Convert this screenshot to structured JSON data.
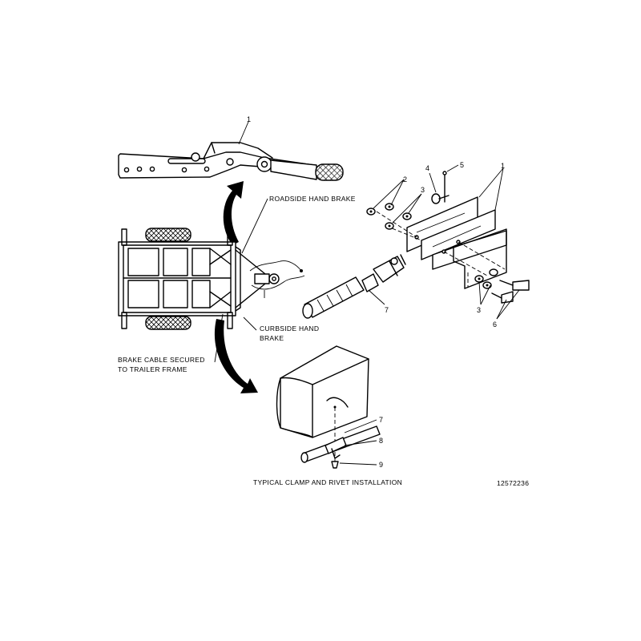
{
  "labels": {
    "roadside": "ROADSIDE HAND BRAKE",
    "curbside_1": "CURBSIDE HAND",
    "curbside_2": "BRAKE",
    "cable_1": "BRAKE CABLE SECURED",
    "cable_2": "TO TRAILER FRAME",
    "typical": "TYPICAL CLAMP AND RIVET INSTALLATION",
    "figure_id": "12572236"
  },
  "callouts": {
    "c1_lever": "1",
    "c1_plates": "1",
    "c2": "2",
    "c3_upper": "3",
    "c3_lower": "3",
    "c4": "4",
    "c5": "5",
    "c6": "6",
    "c7_cable": "7",
    "c7_clamp": "7",
    "c8": "8",
    "c9": "9"
  },
  "icons": {
    "upper_arrow": "curved-arrow-up-icon",
    "lower_arrow": "curved-arrow-down-icon"
  }
}
